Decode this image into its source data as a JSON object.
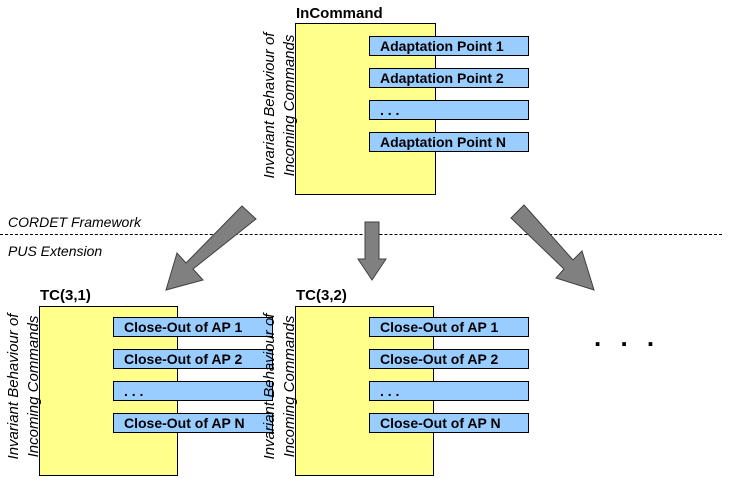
{
  "framework": {
    "top_layer": "CORDET Framework",
    "bottom_layer": "PUS Extension"
  },
  "incommand": {
    "title": "InCommand",
    "invariant": "Invariant Behaviour of Incoming Commands",
    "items": [
      "Adaptation Point 1",
      "Adaptation Point 2",
      ". . .",
      "Adaptation Point N"
    ]
  },
  "tc31": {
    "title": "TC(3,1)",
    "invariant": "Invariant Behaviour of Incoming Commands",
    "items": [
      "Close-Out of AP 1",
      "Close-Out of AP 2",
      ". . .",
      "Close-Out of AP N"
    ]
  },
  "tc32": {
    "title": "TC(3,2)",
    "invariant": "Invariant Behaviour of Incoming Commands",
    "items": [
      "Close-Out of AP 1",
      "Close-Out of AP 2",
      ". . .",
      "Close-Out of AP N"
    ]
  },
  "more": ". . .",
  "colors": {
    "box_fill": "#ffff8a",
    "item_fill": "#99ccff",
    "arrow_fill": "#808080"
  }
}
